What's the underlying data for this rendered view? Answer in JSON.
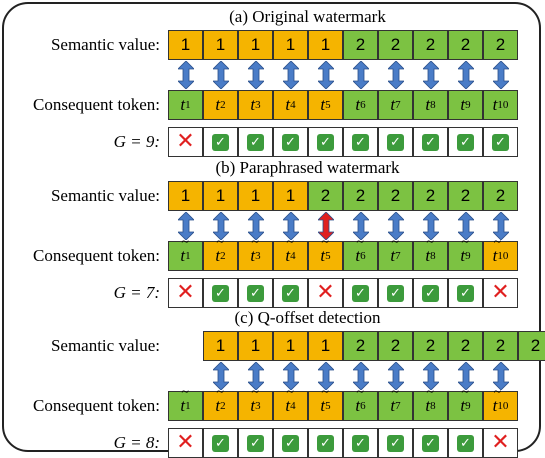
{
  "colors": {
    "orange": "#f5b400",
    "green": "#7cc242",
    "arrow_blue": "#4a7cc7",
    "arrow_red": "#e02020",
    "check": "#3c9b3c",
    "cross": "#e02020"
  },
  "labels": {
    "semantic_value": "Semantic value:",
    "consequent_token": "Consequent token:"
  },
  "panels": [
    {
      "title": "(a) Original watermark",
      "g_label": "G = 9:",
      "semantic_values": [
        "1",
        "1",
        "1",
        "1",
        "1",
        "2",
        "2",
        "2",
        "2",
        "2"
      ],
      "semantic_colors": [
        "orange",
        "orange",
        "orange",
        "orange",
        "orange",
        "green",
        "green",
        "green",
        "green",
        "green"
      ],
      "semantic_offset": 0,
      "tokens": [
        "t1",
        "t2",
        "t3",
        "t4",
        "t5",
        "t6",
        "t7",
        "t8",
        "t9",
        "t10"
      ],
      "token_tilde": false,
      "token_colors": [
        "green",
        "orange",
        "orange",
        "orange",
        "orange",
        "green",
        "green",
        "green",
        "green",
        "green"
      ],
      "arrows": [
        "blue",
        "blue",
        "blue",
        "blue",
        "blue",
        "blue",
        "blue",
        "blue",
        "blue",
        "blue"
      ],
      "checks": [
        "cross",
        "check",
        "check",
        "check",
        "check",
        "check",
        "check",
        "check",
        "check",
        "check"
      ]
    },
    {
      "title": "(b) Paraphrased watermark",
      "g_label": "G = 7:",
      "semantic_values": [
        "1",
        "1",
        "1",
        "1",
        "2",
        "2",
        "2",
        "2",
        "2",
        "2"
      ],
      "semantic_colors": [
        "orange",
        "orange",
        "orange",
        "orange",
        "green",
        "green",
        "green",
        "green",
        "green",
        "green"
      ],
      "semantic_offset": 0,
      "tokens": [
        "t1",
        "t2",
        "t3",
        "t4",
        "t5",
        "t6",
        "t7",
        "t8",
        "t9",
        "t10"
      ],
      "token_tilde": true,
      "token_colors": [
        "green",
        "orange",
        "orange",
        "orange",
        "orange",
        "green",
        "green",
        "green",
        "green",
        "orange"
      ],
      "arrows": [
        "blue",
        "blue",
        "blue",
        "blue",
        "red",
        "blue",
        "blue",
        "blue",
        "blue",
        "blue"
      ],
      "checks": [
        "cross",
        "check",
        "check",
        "check",
        "cross",
        "check",
        "check",
        "check",
        "check",
        "cross"
      ]
    },
    {
      "title": "(c) Q-offset detection",
      "g_label": "G = 8:",
      "semantic_values": [
        "1",
        "1",
        "1",
        "1",
        "2",
        "2",
        "2",
        "2",
        "2",
        "2"
      ],
      "semantic_colors": [
        "orange",
        "orange",
        "orange",
        "orange",
        "green",
        "green",
        "green",
        "green",
        "green",
        "green"
      ],
      "semantic_offset": 1,
      "tokens": [
        "t1",
        "t2",
        "t3",
        "t4",
        "t5",
        "t6",
        "t7",
        "t8",
        "t9",
        "t10"
      ],
      "token_tilde": true,
      "token_colors": [
        "green",
        "orange",
        "orange",
        "orange",
        "orange",
        "green",
        "green",
        "green",
        "green",
        "orange"
      ],
      "arrows": [
        "blue",
        "blue",
        "blue",
        "blue",
        "blue",
        "blue",
        "blue",
        "blue",
        "blue"
      ],
      "checks": [
        "cross",
        "check",
        "check",
        "check",
        "check",
        "check",
        "check",
        "check",
        "check",
        "cross"
      ]
    }
  ]
}
